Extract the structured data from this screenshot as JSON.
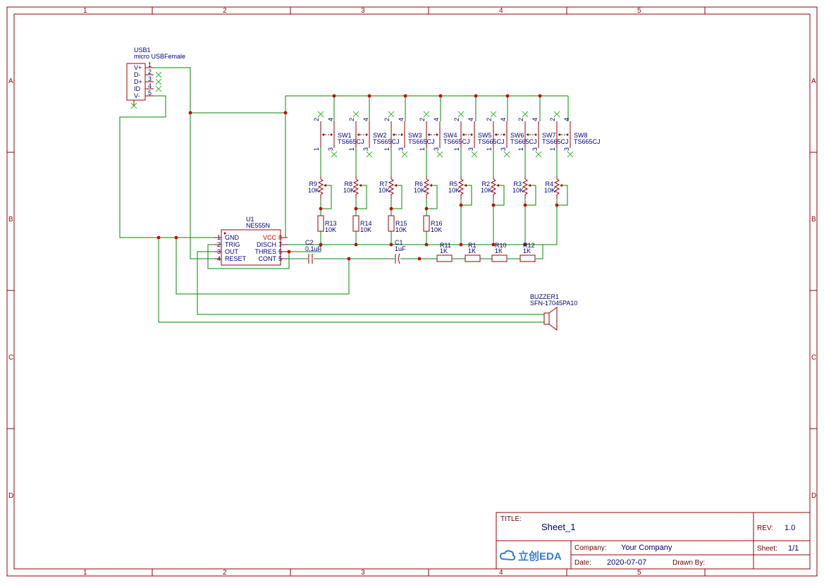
{
  "sheet": {
    "col_labels": [
      "1",
      "2",
      "3",
      "4",
      "5"
    ],
    "row_labels": [
      "A",
      "B",
      "C",
      "D"
    ]
  },
  "title_block": {
    "title_label": "TITLE:",
    "title": "Sheet_1",
    "rev_label": "REV:",
    "rev": "1.0",
    "company_label": "Company:",
    "company": "Your Company",
    "sheet_label": "Sheet:",
    "sheet_no": "1/1",
    "date_label": "Date:",
    "date": "2020-07-07",
    "drawn_label": "Drawn By:",
    "logo_text": "立创EDA"
  },
  "usb": {
    "ref": "USB1",
    "value": "micro USBFemale",
    "pins": [
      {
        "name": "V+",
        "num": "1"
      },
      {
        "name": "D-",
        "num": "2"
      },
      {
        "name": "D+",
        "num": "3"
      },
      {
        "name": "ID",
        "num": "4"
      },
      {
        "name": "V-",
        "num": "5"
      }
    ]
  },
  "ic": {
    "ref": "U1",
    "value": "NE555N",
    "left_pins": [
      {
        "name": "GND",
        "num": "1"
      },
      {
        "name": "TRIG",
        "num": "2"
      },
      {
        "name": "OUT",
        "num": "3"
      },
      {
        "name": "RESET",
        "num": "4"
      }
    ],
    "right_pins": [
      {
        "name": "VCC",
        "num": "8"
      },
      {
        "name": "DISCH",
        "num": "7"
      },
      {
        "name": "THRES",
        "num": "6"
      },
      {
        "name": "CONT",
        "num": "5"
      }
    ]
  },
  "switches": [
    {
      "ref": "SW1",
      "value": "TS665CJ"
    },
    {
      "ref": "SW2",
      "value": "TS665CJ"
    },
    {
      "ref": "SW3",
      "value": "TS665CJ"
    },
    {
      "ref": "SW4",
      "value": "TS665CJ"
    },
    {
      "ref": "SW5",
      "value": "TS665CJ"
    },
    {
      "ref": "SW6",
      "value": "TS665CJ"
    },
    {
      "ref": "SW7",
      "value": "TS665CJ"
    },
    {
      "ref": "SW8",
      "value": "TS665CJ"
    }
  ],
  "switch_pins": [
    "2",
    "4",
    "1",
    "3"
  ],
  "pots": [
    {
      "ref": "R9",
      "value": "10K"
    },
    {
      "ref": "R8",
      "value": "10K"
    },
    {
      "ref": "R7",
      "value": "10K"
    },
    {
      "ref": "R6",
      "value": "10K"
    },
    {
      "ref": "R5",
      "value": "10K"
    },
    {
      "ref": "R2",
      "value": "10K"
    },
    {
      "ref": "R3",
      "value": "10K"
    },
    {
      "ref": "R4",
      "value": "10K"
    }
  ],
  "fixed_res": [
    {
      "ref": "R13",
      "value": "10K"
    },
    {
      "ref": "R14",
      "value": "10K"
    },
    {
      "ref": "R15",
      "value": "10K"
    },
    {
      "ref": "R16",
      "value": "10K"
    }
  ],
  "series_res": [
    {
      "ref": "R11",
      "value": "1K"
    },
    {
      "ref": "R1",
      "value": "1K"
    },
    {
      "ref": "R10",
      "value": "1K"
    },
    {
      "ref": "R12",
      "value": "1K"
    }
  ],
  "caps": [
    {
      "ref": "C2",
      "value": "0.1uF"
    },
    {
      "ref": "C1",
      "value": "1uF"
    }
  ],
  "buzzer": {
    "ref": "BUZZER1",
    "value": "SFN-17045PA10"
  }
}
